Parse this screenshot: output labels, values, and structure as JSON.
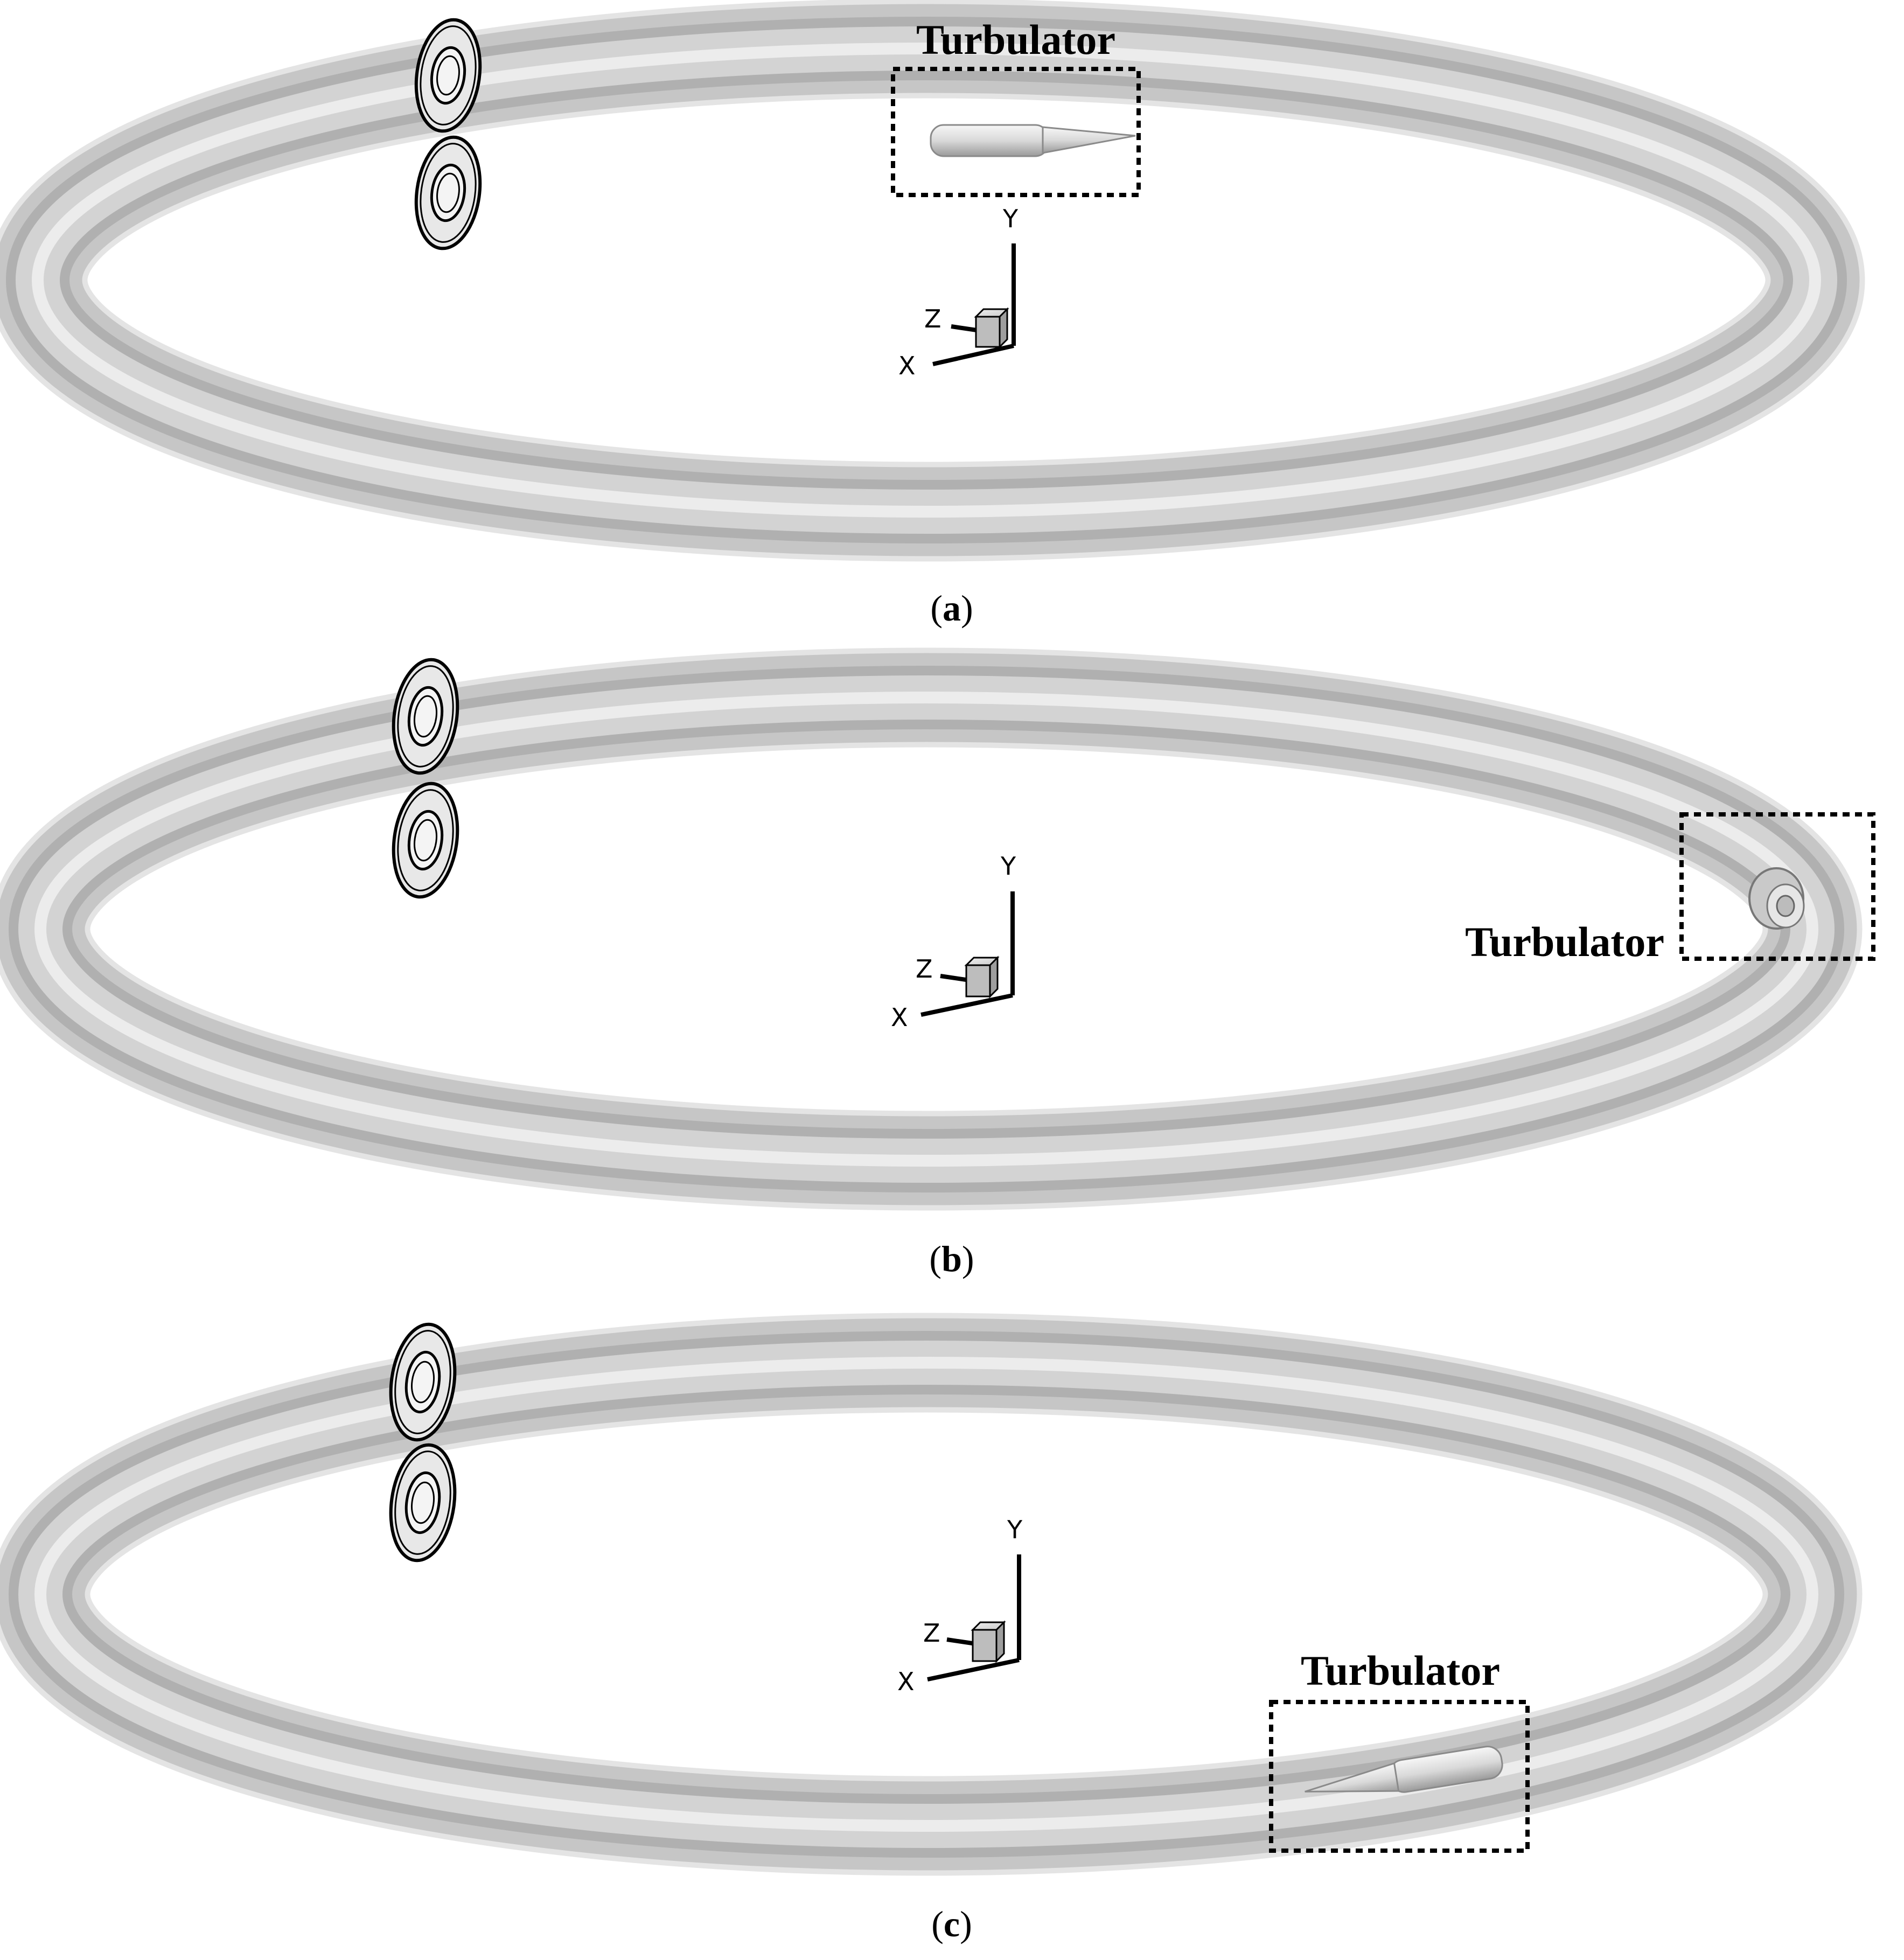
{
  "panels": [
    {
      "id": "a",
      "caption_letter": "a",
      "turbulator_label": "Turbulator",
      "axes": {
        "y": "Y",
        "z": "Z",
        "x": "X"
      }
    },
    {
      "id": "b",
      "caption_letter": "b",
      "turbulator_label": "Turbulator",
      "axes": {
        "y": "Y",
        "z": "Z",
        "x": "X"
      }
    },
    {
      "id": "c",
      "caption_letter": "c",
      "turbulator_label": "Turbulator",
      "axes": {
        "y": "Y",
        "z": "Z",
        "x": "X"
      }
    }
  ],
  "colors": {
    "tube_outer": "#c4c4c4",
    "tube_mid": "#b2b2b2",
    "tube_inner": "#d2d2d2",
    "tube_highlight": "#ececec",
    "background": "#ffffff",
    "line": "#000000"
  }
}
